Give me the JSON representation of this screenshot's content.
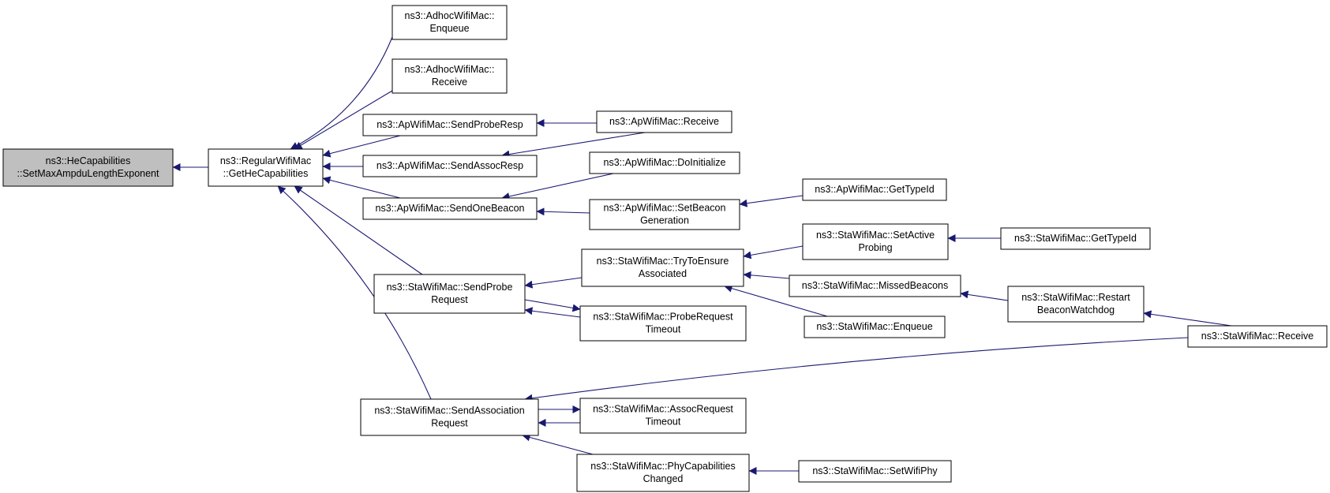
{
  "colors": {
    "focus_fill": "#bfbfbf",
    "node_fill": "#ffffff",
    "border": "#000000",
    "edge": "#191970"
  },
  "nodes": [
    {
      "id": "n0",
      "focus": true,
      "lines": [
        "ns3::HeCapabilities",
        "::SetMaxAmpduLengthExponent"
      ]
    },
    {
      "id": "n1",
      "lines": [
        "ns3::RegularWifiMac",
        "::GetHeCapabilities"
      ]
    },
    {
      "id": "n2",
      "lines": [
        "ns3::AdhocWifiMac::",
        "Enqueue"
      ]
    },
    {
      "id": "n3",
      "lines": [
        "ns3::AdhocWifiMac::",
        "Receive"
      ]
    },
    {
      "id": "n4",
      "lines": [
        "ns3::ApWifiMac::SendProbeResp"
      ]
    },
    {
      "id": "n5",
      "lines": [
        "ns3::ApWifiMac::SendAssocResp"
      ]
    },
    {
      "id": "n6",
      "lines": [
        "ns3::ApWifiMac::SendOneBeacon"
      ]
    },
    {
      "id": "n7",
      "lines": [
        "ns3::StaWifiMac::SendProbe",
        "Request"
      ]
    },
    {
      "id": "n8",
      "lines": [
        "ns3::StaWifiMac::SendAssociation",
        "Request"
      ]
    },
    {
      "id": "n9",
      "lines": [
        "ns3::ApWifiMac::Receive"
      ]
    },
    {
      "id": "n10",
      "lines": [
        "ns3::ApWifiMac::DoInitialize"
      ]
    },
    {
      "id": "n11",
      "lines": [
        "ns3::ApWifiMac::SetBeacon",
        "Generation"
      ]
    },
    {
      "id": "n12",
      "lines": [
        "ns3::StaWifiMac::TryToEnsure",
        "Associated"
      ]
    },
    {
      "id": "n13",
      "lines": [
        "ns3::StaWifiMac::ProbeRequest",
        "Timeout"
      ]
    },
    {
      "id": "n14",
      "lines": [
        "ns3::StaWifiMac::AssocRequest",
        "Timeout"
      ]
    },
    {
      "id": "n15",
      "lines": [
        "ns3::StaWifiMac::PhyCapabilities",
        "Changed"
      ]
    },
    {
      "id": "n16",
      "lines": [
        "ns3::ApWifiMac::GetTypeId"
      ]
    },
    {
      "id": "n17",
      "lines": [
        "ns3::StaWifiMac::SetActive",
        "Probing"
      ]
    },
    {
      "id": "n18",
      "lines": [
        "ns3::StaWifiMac::MissedBeacons"
      ]
    },
    {
      "id": "n19",
      "lines": [
        "ns3::StaWifiMac::Enqueue"
      ]
    },
    {
      "id": "n20",
      "lines": [
        "ns3::StaWifiMac::SetWifiPhy"
      ]
    },
    {
      "id": "n21",
      "lines": [
        "ns3::StaWifiMac::GetTypeId"
      ]
    },
    {
      "id": "n22",
      "lines": [
        "ns3::StaWifiMac::Restart",
        "BeaconWatchdog"
      ]
    },
    {
      "id": "n23",
      "lines": [
        "ns3::StaWifiMac::Receive"
      ]
    }
  ],
  "edges": [
    {
      "from": "n1",
      "to": "n0"
    },
    {
      "from": "n2",
      "to": "n1"
    },
    {
      "from": "n3",
      "to": "n1"
    },
    {
      "from": "n4",
      "to": "n1"
    },
    {
      "from": "n5",
      "to": "n1"
    },
    {
      "from": "n6",
      "to": "n1"
    },
    {
      "from": "n7",
      "to": "n1"
    },
    {
      "from": "n8",
      "to": "n1"
    },
    {
      "from": "n9",
      "to": "n4"
    },
    {
      "from": "n9",
      "to": "n5"
    },
    {
      "from": "n10",
      "to": "n6"
    },
    {
      "from": "n11",
      "to": "n6"
    },
    {
      "from": "n12",
      "to": "n7"
    },
    {
      "from": "n13",
      "to": "n7"
    },
    {
      "from": "n7",
      "to": "n13"
    },
    {
      "from": "n14",
      "to": "n8"
    },
    {
      "from": "n8",
      "to": "n14"
    },
    {
      "from": "n15",
      "to": "n8"
    },
    {
      "from": "n23",
      "to": "n8"
    },
    {
      "from": "n16",
      "to": "n11"
    },
    {
      "from": "n17",
      "to": "n12"
    },
    {
      "from": "n18",
      "to": "n12"
    },
    {
      "from": "n19",
      "to": "n12"
    },
    {
      "from": "n20",
      "to": "n15"
    },
    {
      "from": "n21",
      "to": "n17"
    },
    {
      "from": "n22",
      "to": "n18"
    },
    {
      "from": "n23",
      "to": "n22"
    }
  ]
}
